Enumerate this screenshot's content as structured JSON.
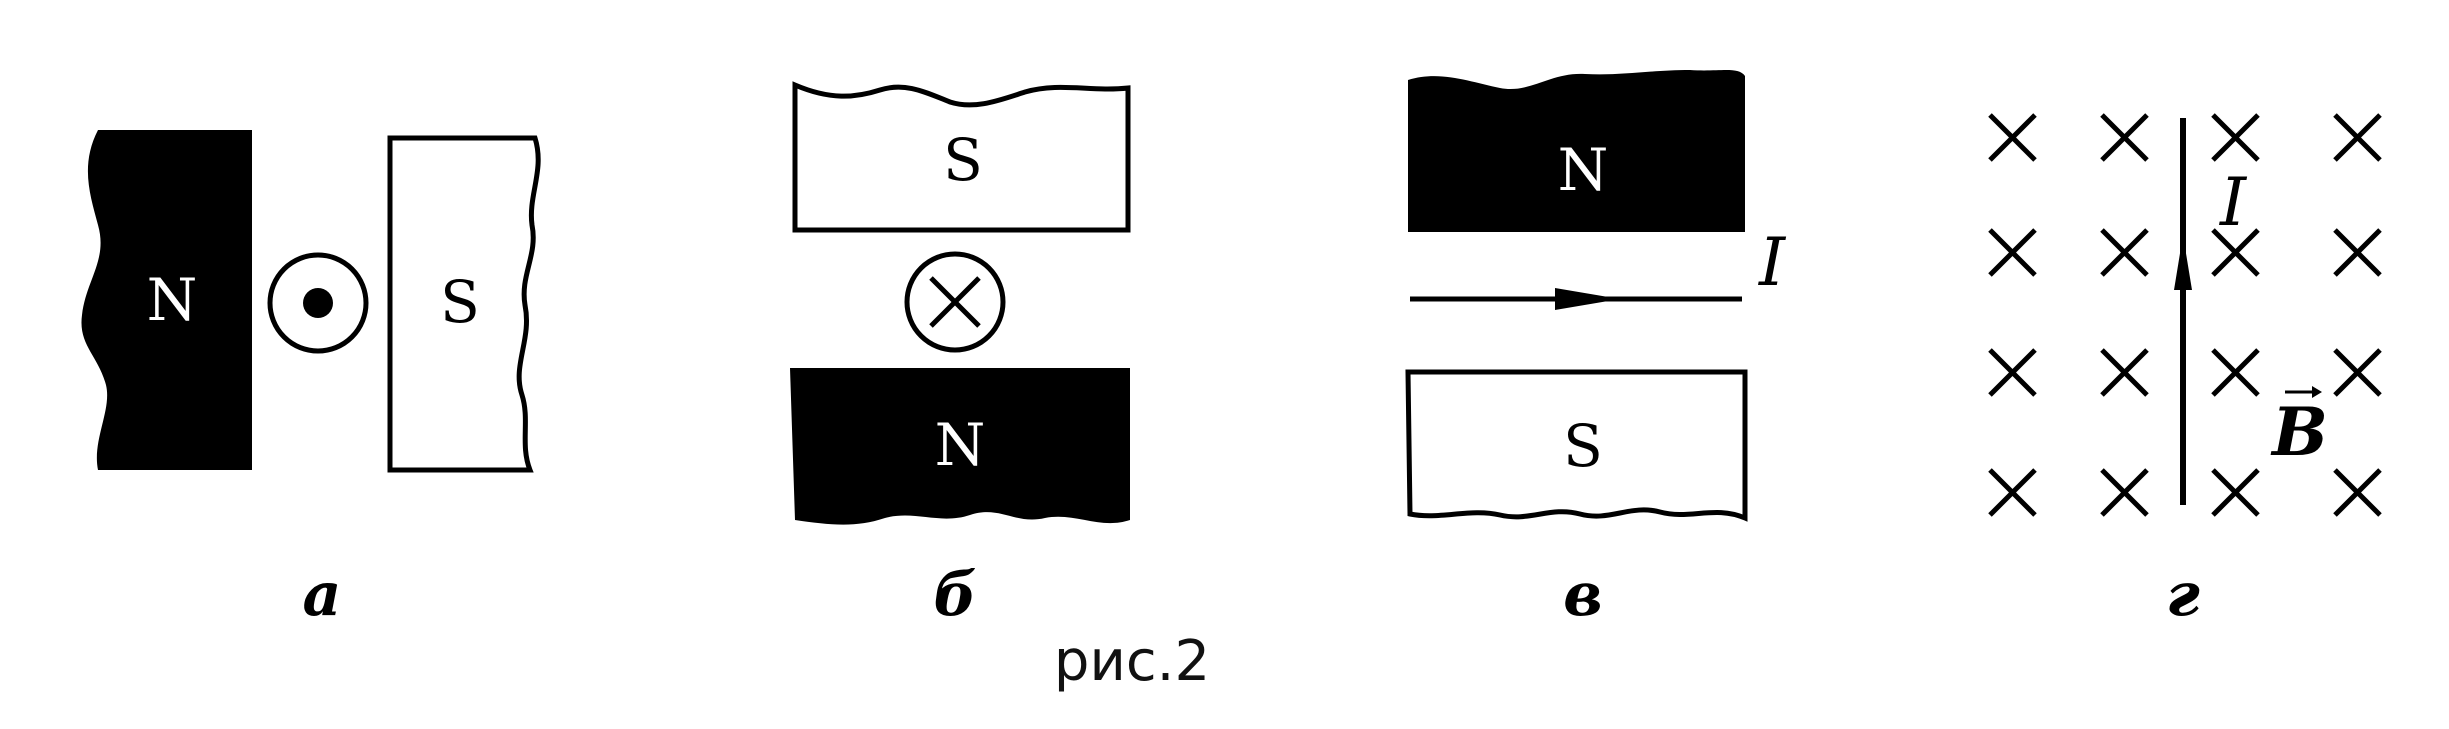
{
  "panels": [
    {
      "letter": "а",
      "left_pole": "N",
      "right_pole": "S",
      "conductor": "current out of page"
    },
    {
      "letter": "б",
      "top_pole": "S",
      "bottom_pole": "N",
      "conductor": "current into page"
    },
    {
      "letter": "в",
      "top_pole": "N",
      "bottom_pole": "S",
      "current_label": "I"
    },
    {
      "letter": "г",
      "current_label": "I",
      "field_label": "B",
      "field_symbol": "×"
    }
  ],
  "caption": "рис.2",
  "colors": {
    "ink": "#000000",
    "paper": "#ffffff"
  }
}
